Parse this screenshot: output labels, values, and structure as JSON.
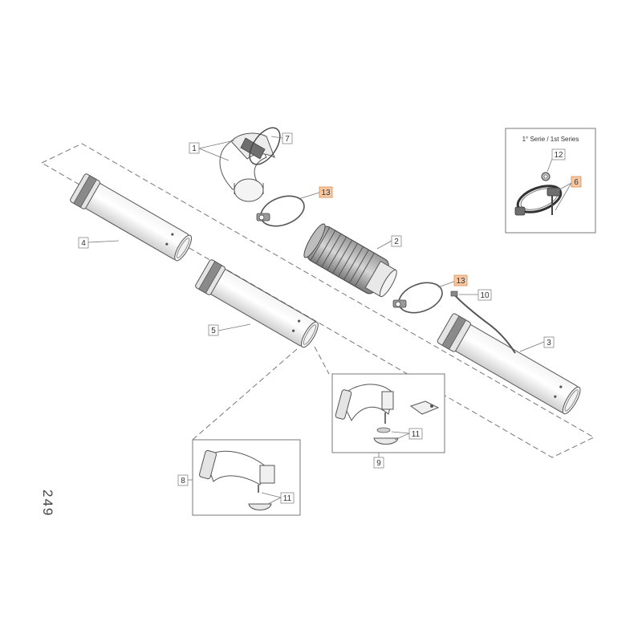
{
  "page_number": "249",
  "inset_title": "1° Serie / 1st Series",
  "callouts": {
    "c1": "1",
    "c2": "2",
    "c3": "3",
    "c4": "4",
    "c5": "5",
    "c6": "6",
    "c7": "7",
    "c8": "8",
    "c9": "9",
    "c10": "10",
    "c11a": "11",
    "c11b": "11",
    "c12": "12",
    "c13a": "13",
    "c13b": "13"
  },
  "colors": {
    "line": "#555555",
    "part_fill": "#ffffff",
    "part_shade": "#d8d8d8",
    "part_dark": "#6e6e6e",
    "label_border": "#888888",
    "highlight_fill": "#f6c9a6",
    "highlight_border": "#e08a4a"
  }
}
